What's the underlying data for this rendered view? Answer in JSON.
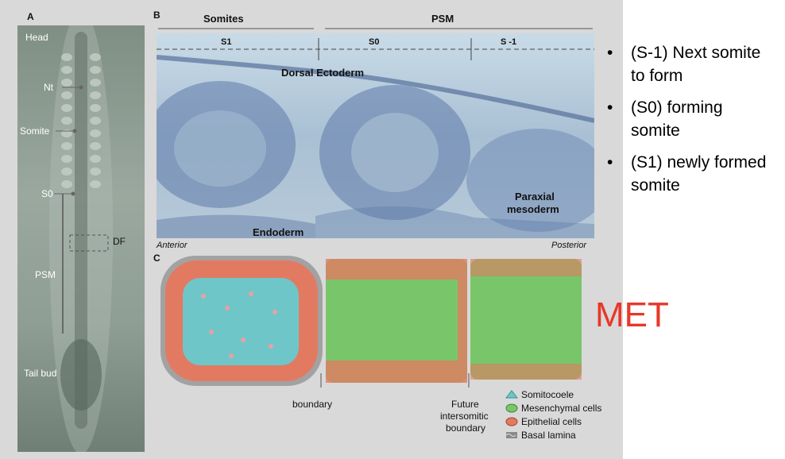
{
  "panel_a": {
    "letter": "A",
    "labels": {
      "head": "Head",
      "nt": "Nt",
      "somite": "Somite",
      "s0": "S0",
      "df": "DF",
      "psm": "PSM",
      "tail_bud": "Tail bud"
    }
  },
  "panel_b": {
    "letter": "B",
    "header_somites": "Somites",
    "header_psm": "PSM",
    "s1": "S1",
    "s0": "S0",
    "s_minus1": "S -1",
    "dorsal_ectoderm": "Dorsal Ectoderm",
    "endoderm": "Endoderm",
    "paraxial_line1": "Paraxial",
    "paraxial_line2": "mesoderm",
    "anterior": "Anterior",
    "posterior": "Posterior"
  },
  "panel_c": {
    "letter": "C",
    "boundary": "boundary",
    "future_line1": "Future",
    "future_line2": "intersomitic",
    "future_line3": "boundary",
    "legend": [
      {
        "label": "Somitocoele",
        "color": "#6fc6c8",
        "icon": "somitocoele-icon"
      },
      {
        "label": "Mesenchymal cells",
        "color": "#79c66a",
        "icon": "mesenchymal-cell-icon"
      },
      {
        "label": "Epithelial cells",
        "color": "#e27a62",
        "icon": "epithelial-cell-icon"
      },
      {
        "label": "Basal lamina",
        "color": "#8a8a8a",
        "icon": "basal-lamina-icon"
      }
    ]
  },
  "bullets": [
    {
      "line1": "(S-1) Next somite",
      "line2": "to form"
    },
    {
      "line1": "(S0) forming",
      "line2": "somite"
    },
    {
      "line1": "(S1) newly formed",
      "line2": "somite"
    }
  ],
  "met_label": "MET",
  "colors": {
    "met": "#e8372a",
    "epithelial": "#e27a62",
    "mesenchymal": "#79c66a",
    "somitocoele": "#6fc6c8",
    "lamina": "#8a8a8a"
  }
}
